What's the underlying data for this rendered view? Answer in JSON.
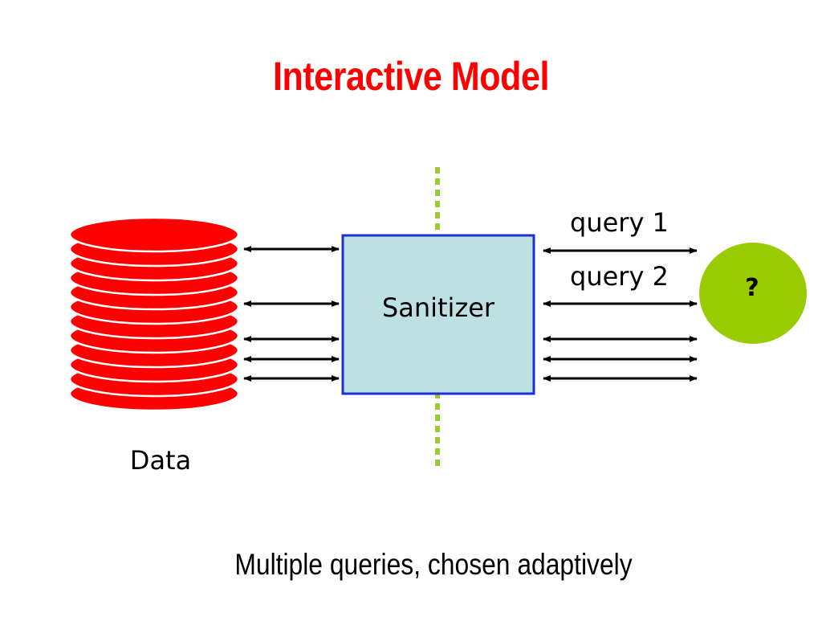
{
  "slide": {
    "title": "Interactive Model",
    "caption": "Multiple queries, chosen adaptively"
  },
  "diagram": {
    "data_label": "Data",
    "sanitizer_label": "Sanitizer",
    "analyst_label": "?",
    "query_labels": [
      "query 1",
      "query 2"
    ]
  },
  "colors": {
    "title": "#ff0000",
    "database": "#ff0000",
    "sanitizer_fill": "#bde0e3",
    "sanitizer_border": "#1f2fd6",
    "analyst_circle": "#99cc00",
    "divider": "#99cc33"
  }
}
